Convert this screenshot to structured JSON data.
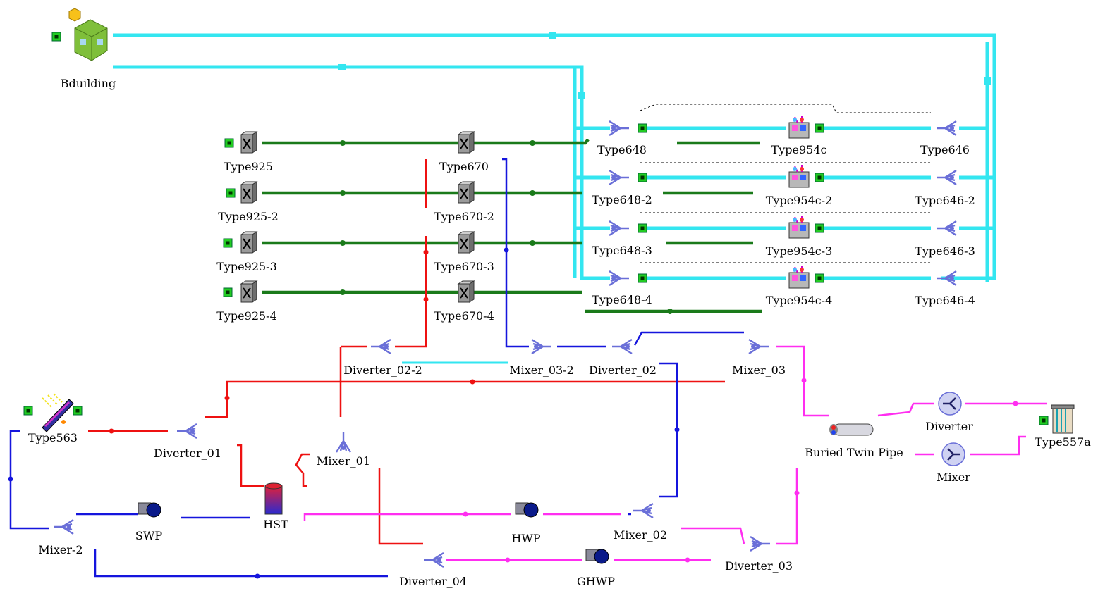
{
  "components": {
    "bduilding": "Bduilding",
    "type925": "Type925",
    "type925_2": "Type925-2",
    "type925_3": "Type925-3",
    "type925_4": "Type925-4",
    "type670": "Type670",
    "type670_2": "Type670-2",
    "type670_3": "Type670-3",
    "type670_4": "Type670-4",
    "type648": "Type648",
    "type648_2": "Type648-2",
    "type648_3": "Type648-3",
    "type648_4": "Type648-4",
    "type954c": "Type954c",
    "type954c_2": "Type954c-2",
    "type954c_3": "Type954c-3",
    "type954c_4": "Type954c-4",
    "type646": "Type646",
    "type646_2": "Type646-2",
    "type646_3": "Type646-3",
    "type646_4": "Type646-4",
    "diverter_02_2": "Diverter_02-2",
    "mixer_03_2": "Mixer_03-2",
    "diverter_02": "Diverter_02",
    "mixer_03": "Mixer_03",
    "type563": "Type563",
    "diverter_01": "Diverter_01",
    "mixer_01": "Mixer_01",
    "hst": "HST",
    "swp": "SWP",
    "mixer_2": "Mixer-2",
    "hwp": "HWP",
    "mixer_02": "Mixer_02",
    "diverter_03": "Diverter_03",
    "diverter_04": "Diverter_04",
    "ghwp": "GHWP",
    "buried_twin_pipe": "Buried Twin Pipe",
    "diverter": "Diverter",
    "mixer": "Mixer",
    "type557a": "Type557a"
  },
  "colors": {
    "cyan": "#33e6f0",
    "green": "#1a7a1a",
    "red": "#ee1111",
    "blue": "#1515dd",
    "magenta": "#ff2ef0",
    "black": "#000000"
  }
}
